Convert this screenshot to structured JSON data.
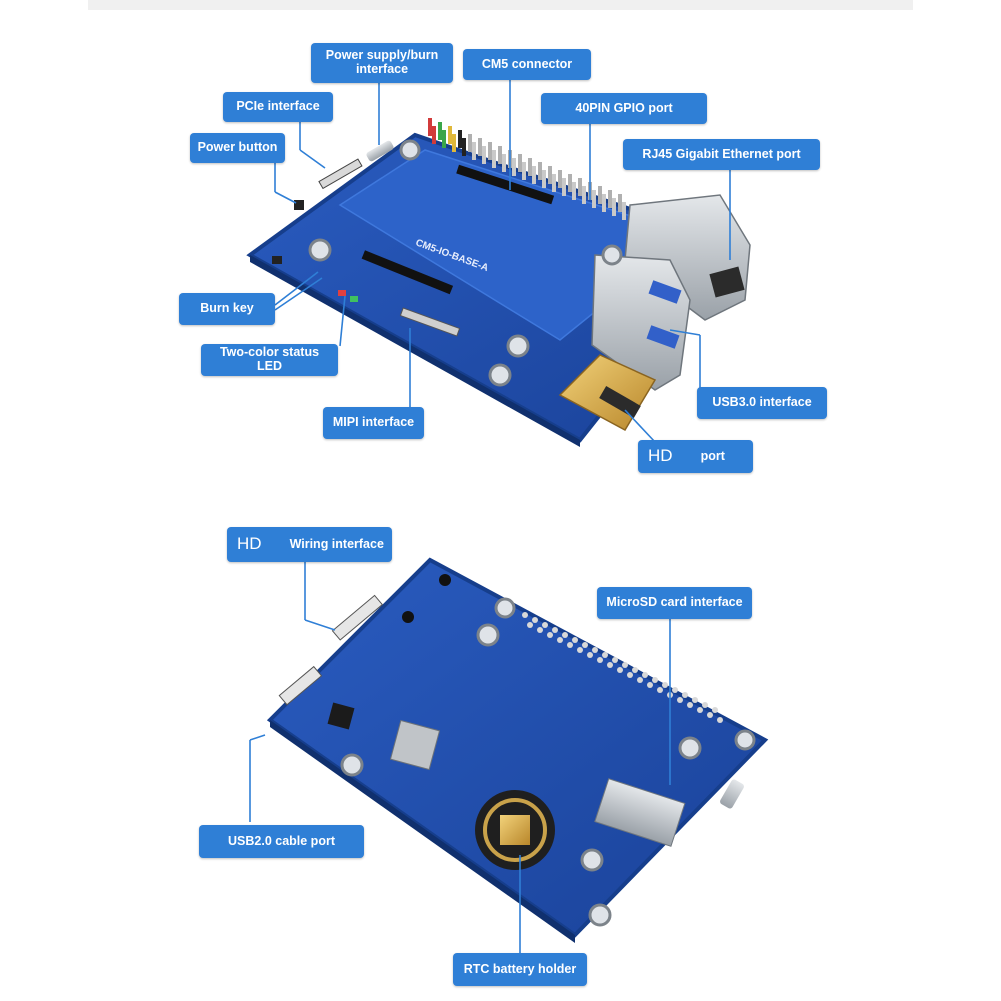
{
  "colors": {
    "label_bg": "#2f7fd6",
    "label_text": "#ffffff",
    "pcb_blue": "#1f4fa8",
    "pcb_edge": "#163e8c",
    "leader_line": "#2f7fd6"
  },
  "top_board": {
    "silkscreen": "CM5-IO-BASE-A",
    "labels": {
      "power_supply": "Power supply/burn interface",
      "cm5_connector": "CM5 connector",
      "pcie": "PCIe interface",
      "gpio": "40PIN GPIO port",
      "power_button": "Power button",
      "rj45": "RJ45 Gigabit Ethernet port",
      "burn_key": "Burn key",
      "status_led": "Two-color status LED",
      "usb3": "USB3.0 interface",
      "mipi": "MIPI interface",
      "hd_prefix": "HD",
      "hd_port": "port"
    }
  },
  "bottom_board": {
    "labels": {
      "hd_prefix": "HD",
      "hd_wiring": "Wiring interface",
      "microsd": "MicroSD card interface",
      "usb2": "USB2.0 cable port",
      "rtc": "RTC battery holder"
    }
  }
}
